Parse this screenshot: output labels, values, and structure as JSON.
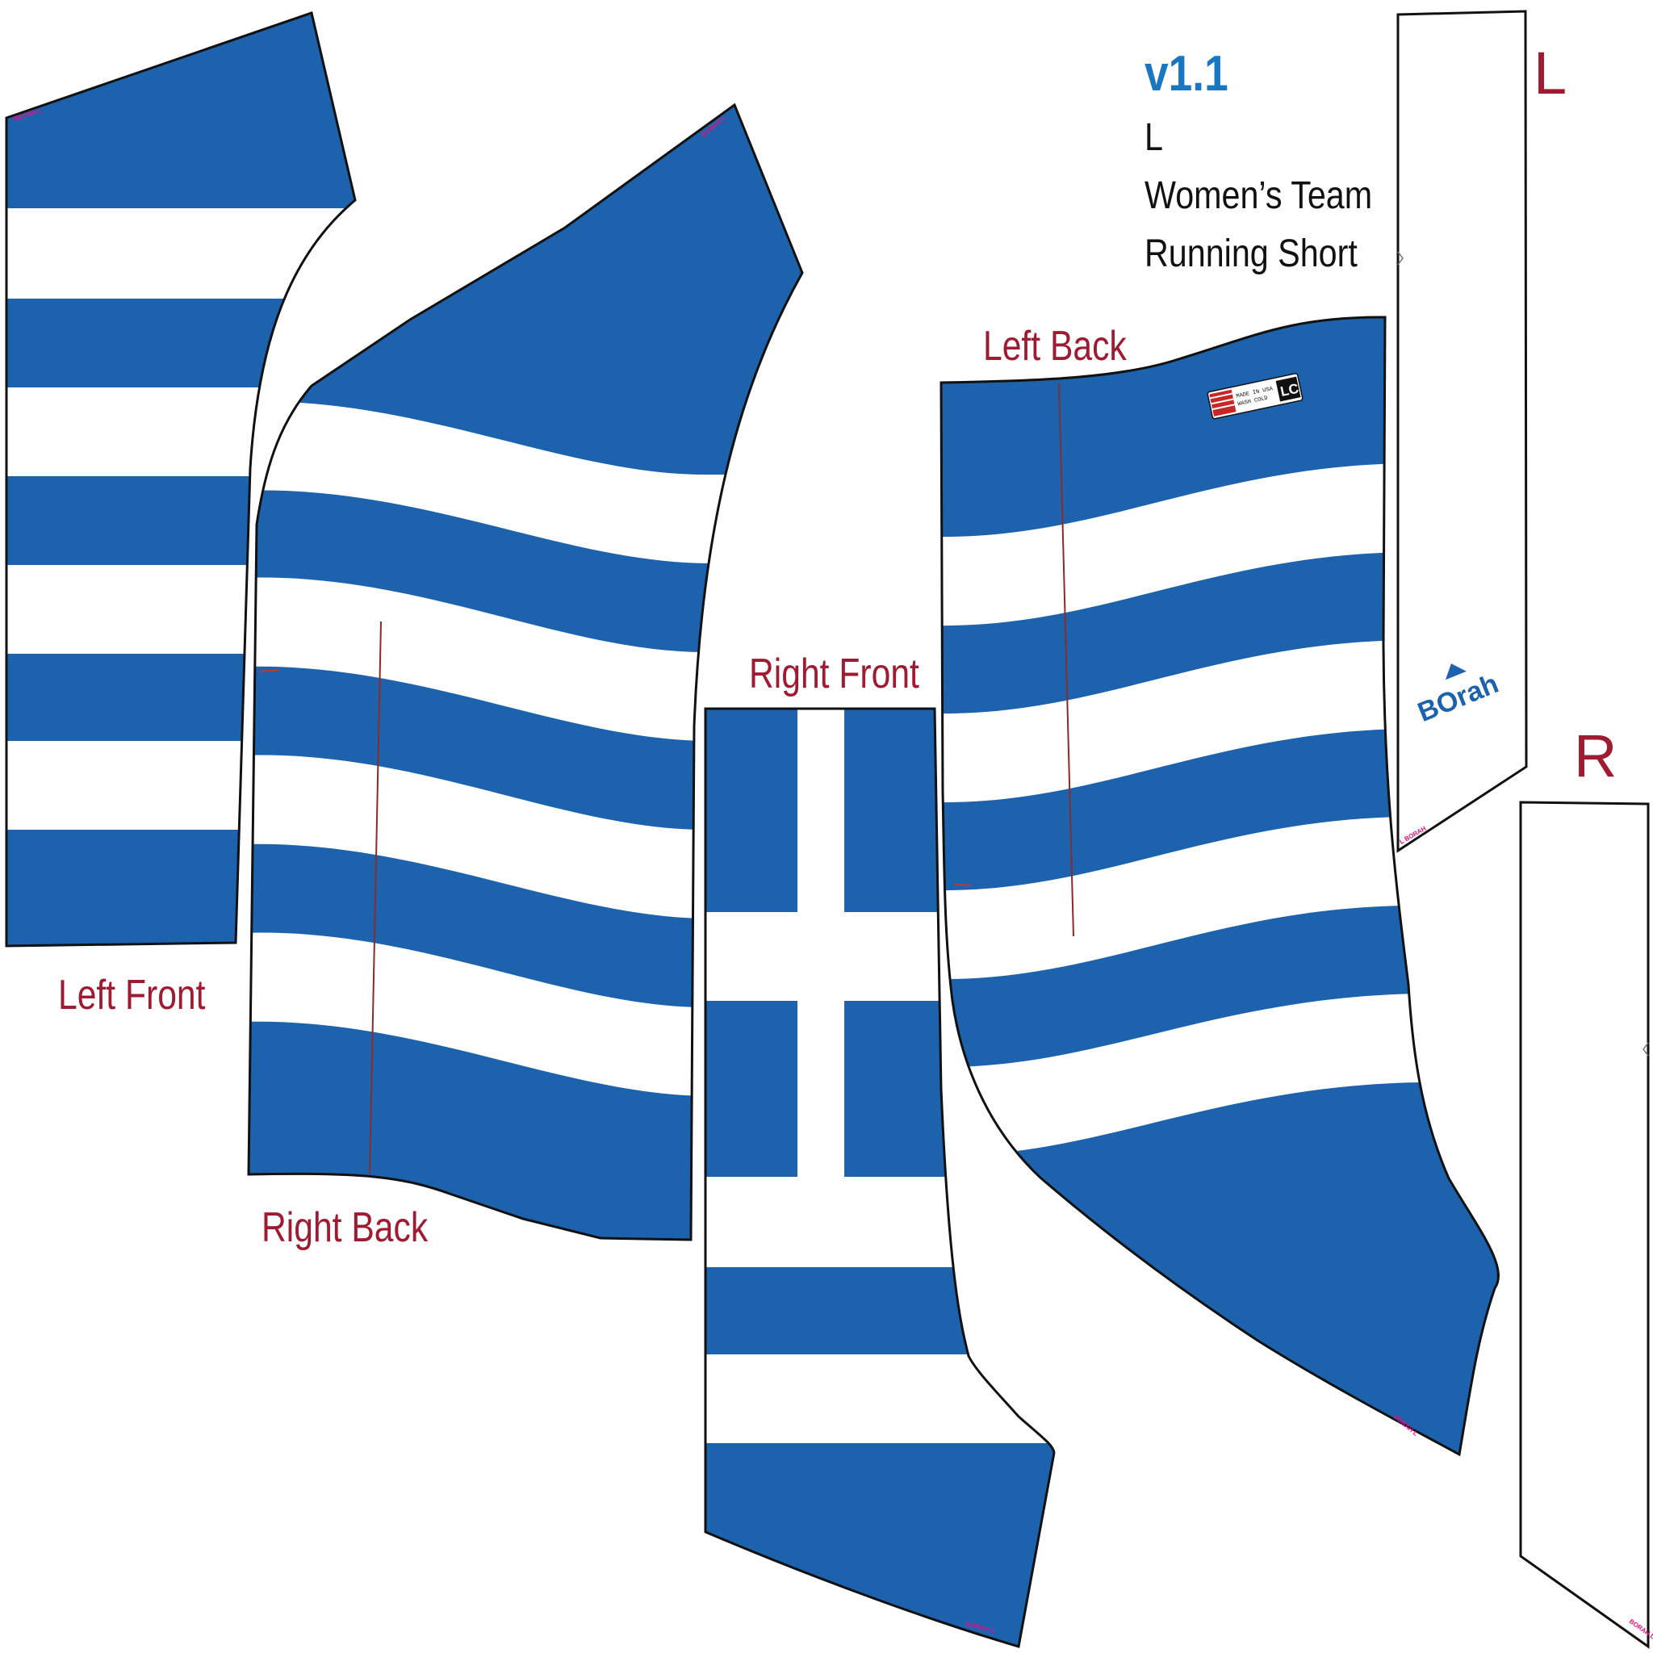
{
  "colors": {
    "panel_blue": "#1c62ad",
    "stripe_white": "#ffffff",
    "label_red": "#9e1b32",
    "version_blue": "#1877c0",
    "outline": "#111111"
  },
  "header": {
    "version": "v1.1",
    "size": "L",
    "title_line1": "Women’s Team",
    "title_line2": "Running Short"
  },
  "pieces": {
    "left_front": "Left Front",
    "right_back": "Right Back",
    "right_front": "Right Front",
    "left_back": "Left Back"
  },
  "waistband": {
    "left_side": "L",
    "right_side": "R",
    "brand_logo": "BOrah"
  },
  "care_tag": {
    "logo": "LC"
  }
}
